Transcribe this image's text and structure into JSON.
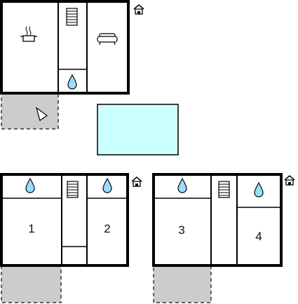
{
  "floorplan": {
    "upper_unit": {
      "rooms": [
        {
          "name": "kitchen",
          "icon": "cooking-pot-icon"
        },
        {
          "name": "stairs",
          "icon": "staircase-icon"
        },
        {
          "name": "living-room",
          "icon": "sofa-icon"
        },
        {
          "name": "bathroom",
          "icon": "water-drop-icon"
        }
      ],
      "entrance_icon": "house-entrance-icon",
      "terrace_icon": "sun-lounger-icon"
    },
    "pool": {
      "icon": "pool-shape",
      "color": "#ccffff"
    },
    "lower_left_unit": {
      "bedroom_labels": [
        "1",
        "2"
      ],
      "icons": [
        "water-drop-icon",
        "staircase-icon",
        "water-drop-icon",
        "house-entrance-icon"
      ]
    },
    "lower_right_unit": {
      "bedroom_labels": [
        "3",
        "4"
      ],
      "icons": [
        "water-drop-icon",
        "staircase-icon",
        "water-drop-icon",
        "house-entrance-icon"
      ]
    }
  },
  "colors": {
    "wall": "#000000",
    "terrace": "#cccccc",
    "pool": "#ccffff",
    "water": "#99ddff"
  }
}
